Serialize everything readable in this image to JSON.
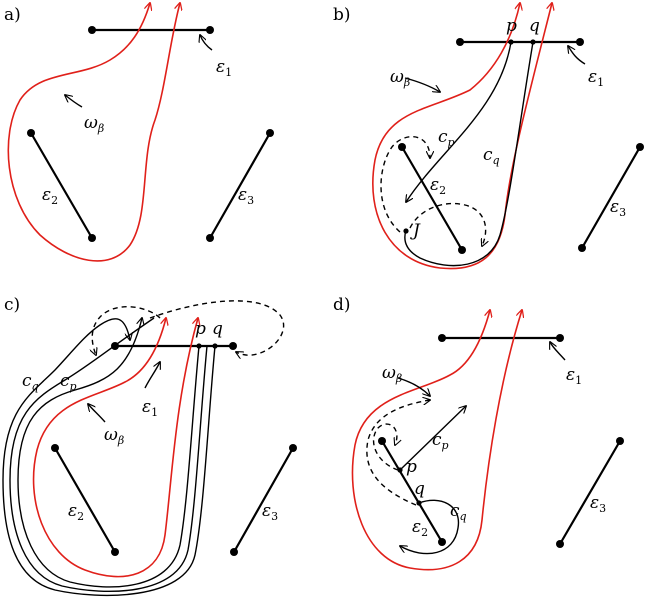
{
  "colors": {
    "omega_curve": "#e0201a",
    "segments": "#000000"
  },
  "panels": {
    "a": {
      "tag": "a)",
      "omega": "ω",
      "omega_sub": "β",
      "eps1": "ε",
      "eps1_sub": "1",
      "eps2": "ε",
      "eps2_sub": "2",
      "eps3": "ε",
      "eps3_sub": "3"
    },
    "b": {
      "tag": "b)",
      "omega": "ω",
      "omega_sub": "β",
      "eps1": "ε",
      "eps1_sub": "1",
      "eps2": "ε",
      "eps2_sub": "2",
      "eps3": "ε",
      "eps3_sub": "3",
      "p": "p",
      "q": "q",
      "cp": "c",
      "cp_sub": "p",
      "cq": "c",
      "cq_sub": "q",
      "J": "J"
    },
    "c": {
      "tag": "c)",
      "omega": "ω",
      "omega_sub": "β",
      "eps1": "ε",
      "eps1_sub": "1",
      "eps2": "ε",
      "eps2_sub": "2",
      "eps3": "ε",
      "eps3_sub": "3",
      "p": "p",
      "q": "q",
      "cp": "c",
      "cp_sub": "p",
      "cq": "c",
      "cq_sub": "q"
    },
    "d": {
      "tag": "d)",
      "omega": "ω",
      "omega_sub": "β",
      "eps1": "ε",
      "eps1_sub": "1",
      "eps2": "ε",
      "eps2_sub": "2",
      "eps3": "ε",
      "eps3_sub": "3",
      "p": "p",
      "q": "q",
      "cp": "c",
      "cp_sub": "p",
      "cq": "c",
      "cq_sub": "q"
    }
  }
}
